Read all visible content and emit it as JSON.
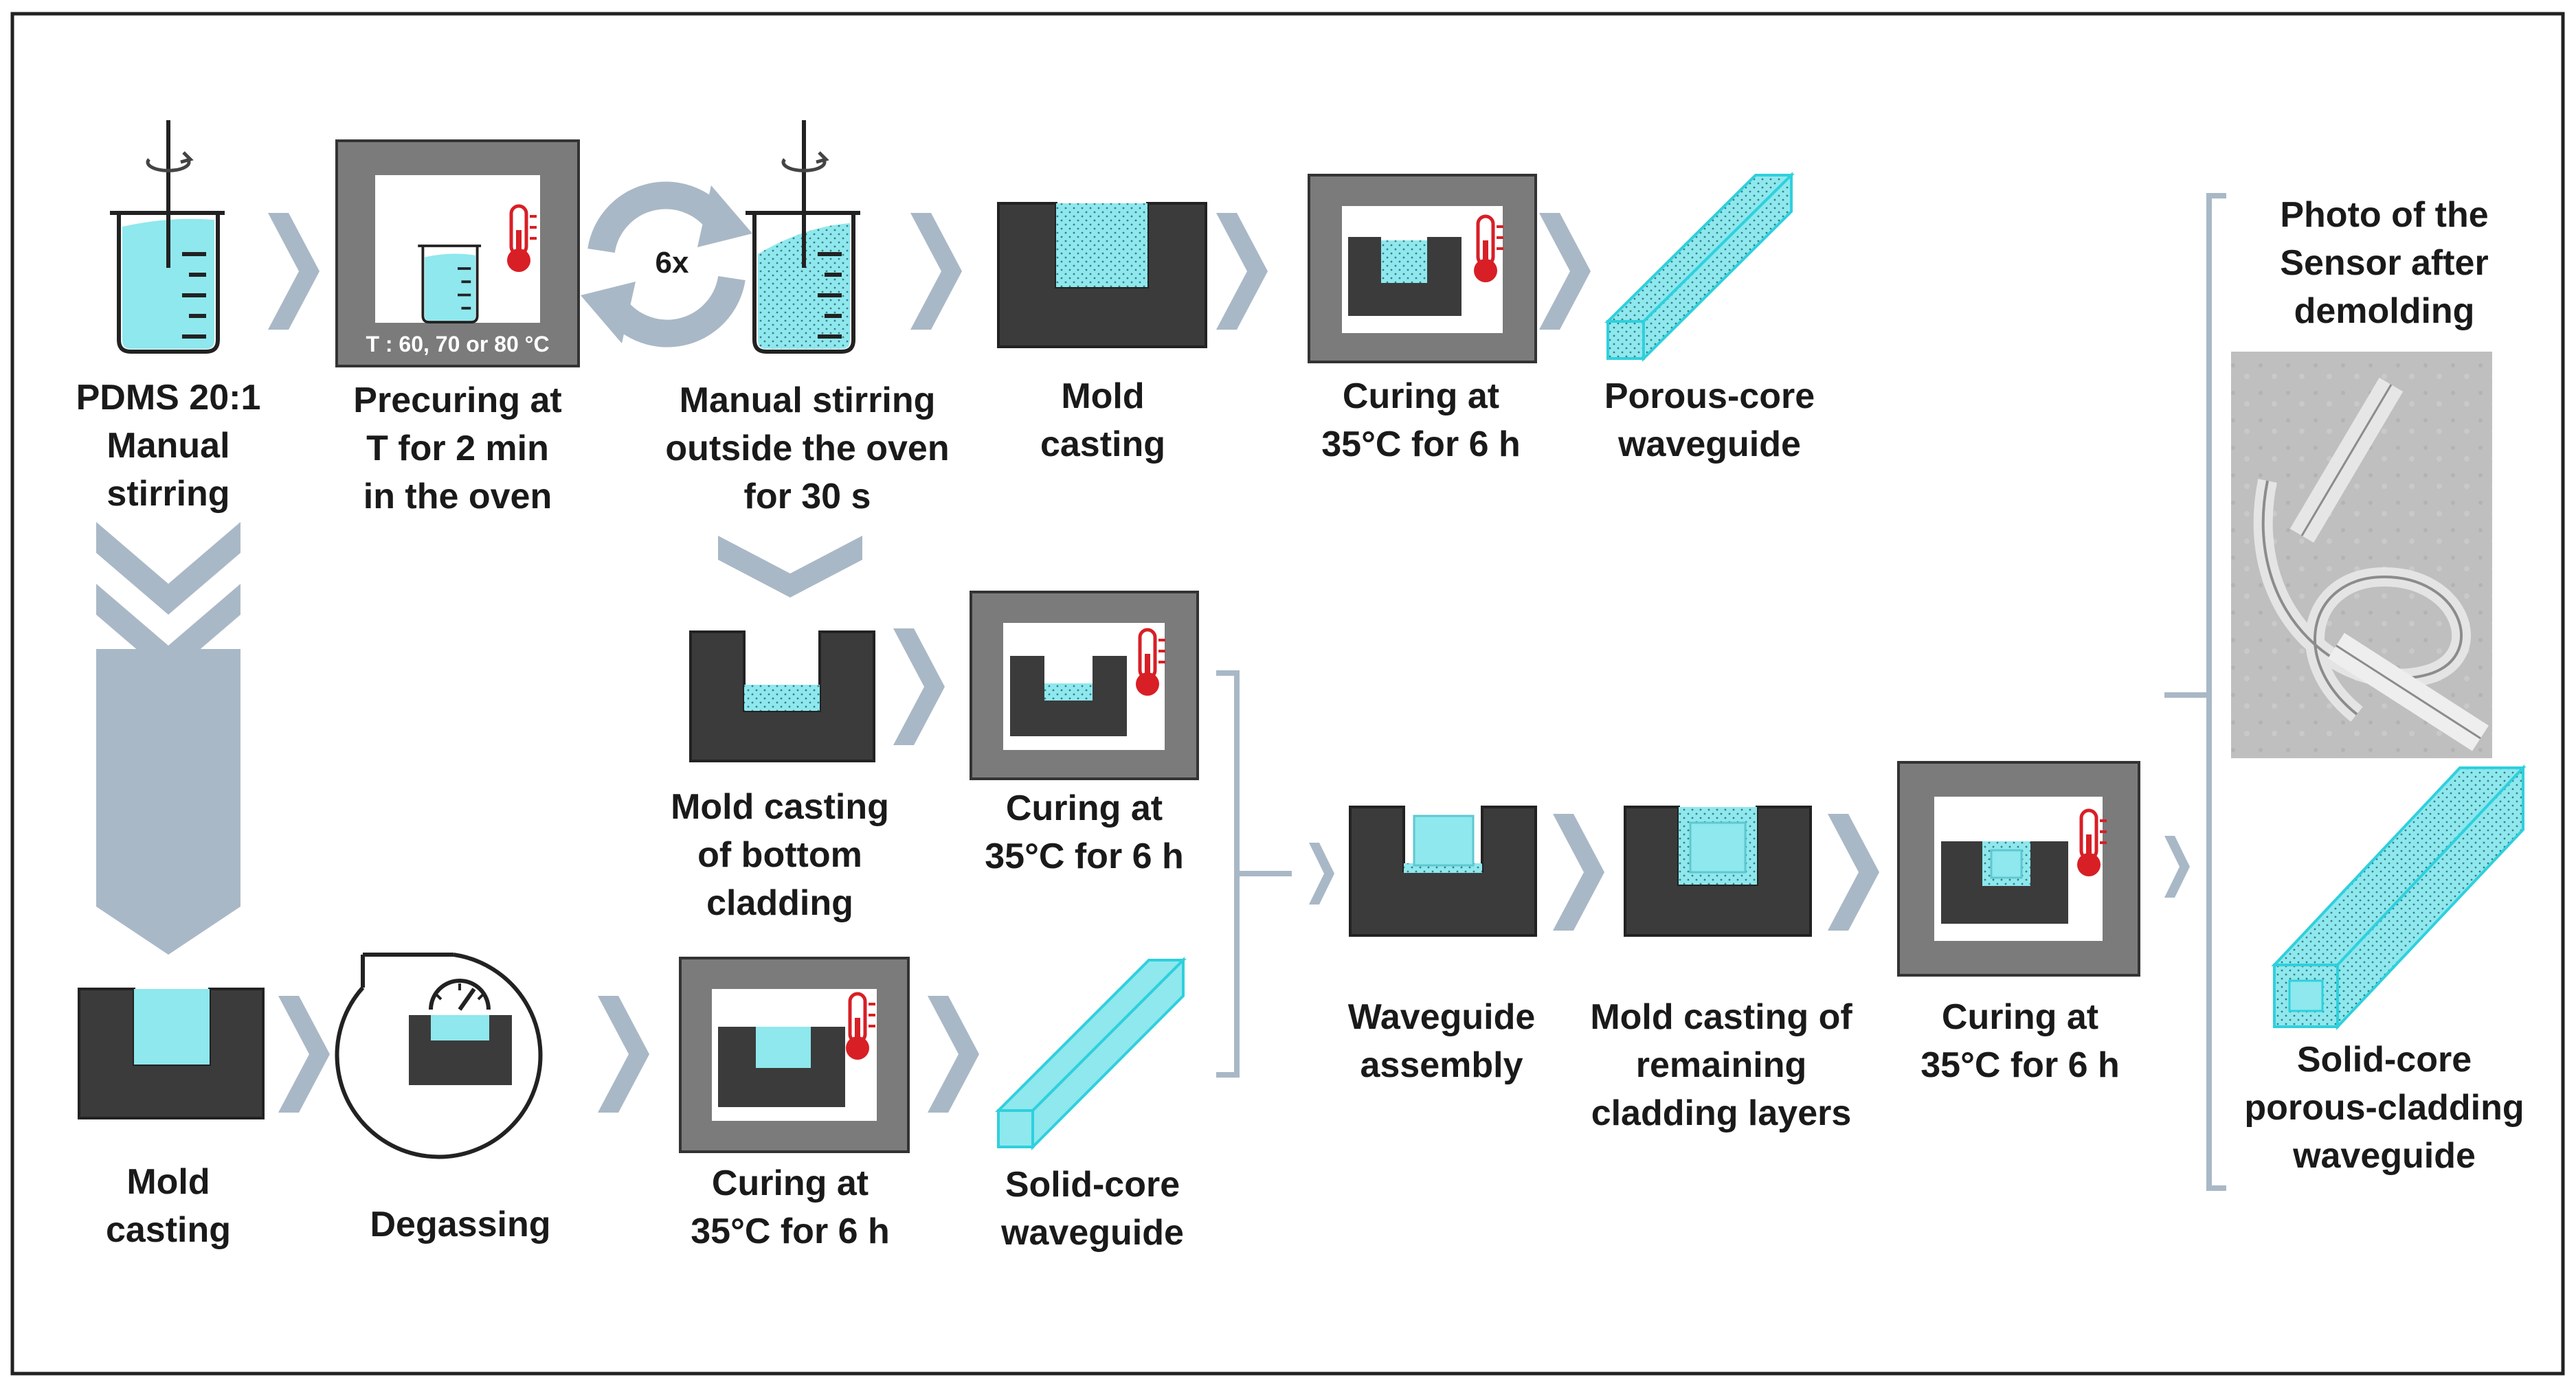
{
  "colors": {
    "liquid": "#8ee8ee",
    "mold": "#3b3b3b",
    "oven": "#7b7b7b",
    "chevron": "#a9b8c6",
    "thermometer": "#d81f26",
    "frame": "#222222"
  },
  "labels": {
    "pdms": [
      "PDMS 20:1",
      "Manual",
      "stirring"
    ],
    "precuring": [
      "Precuring at",
      "T for 2 min",
      "in the oven"
    ],
    "oven_temps": "T : 60, 70 or 80 °C",
    "repeat": "6x",
    "manual_outside": [
      "Manual stirring",
      "outside the oven",
      "for 30 s"
    ],
    "mold_casting_top": [
      "Mold",
      "casting"
    ],
    "curing_top": [
      "Curing at",
      "35°C for 6 h"
    ],
    "porous_core": [
      "Porous-core",
      "waveguide"
    ],
    "photo_title": [
      "Photo of the",
      "Sensor after",
      "demolding"
    ],
    "mold_bottom_cladding": [
      "Mold casting",
      "of bottom",
      "cladding"
    ],
    "curing_mid": [
      "Curing at",
      "35°C for 6 h"
    ],
    "waveguide_assembly": [
      "Waveguide",
      "assembly"
    ],
    "mold_remaining": [
      "Mold casting of",
      "remaining",
      "cladding layers"
    ],
    "curing_right": [
      "Curing at",
      "35°C for 6 h"
    ],
    "final_waveguide": [
      "Solid-core",
      "porous-cladding",
      "waveguide"
    ],
    "mold_casting_left": [
      "Mold",
      "casting"
    ],
    "degassing": [
      "Degassing"
    ],
    "curing_bottom": [
      "Curing at",
      "35°C for 6 h"
    ],
    "solid_core": [
      "Solid-core",
      "waveguide"
    ]
  },
  "icons": [
    "beaker-stirring-icon",
    "oven-icon",
    "thermometer-icon",
    "repeat-cycle-icon",
    "mold-icon",
    "waveguide-bar-icon",
    "vacuum-gauge-icon",
    "chevron-arrow-icon",
    "bracket-icon"
  ]
}
